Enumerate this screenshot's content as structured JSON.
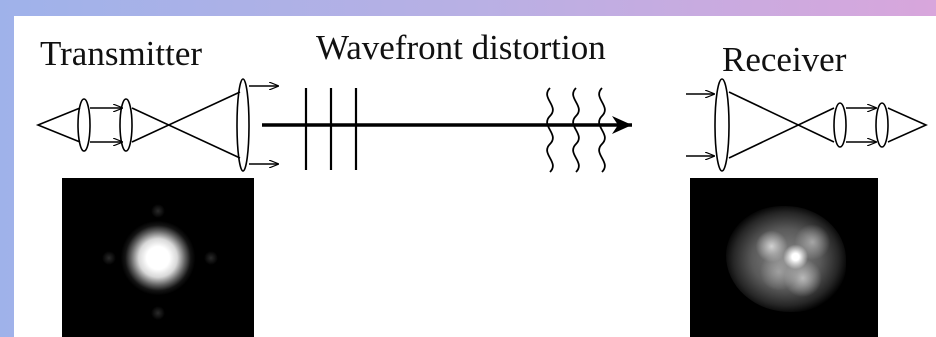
{
  "labels": {
    "transmitter": "Transmitter",
    "wavefront_distortion": "Wavefront distortion",
    "receiver": "Receiver"
  },
  "colors": {
    "background_left": "#9fb2ea",
    "background_right": "#d8a6dc",
    "panel": "#ffffff",
    "ink": "#000000"
  },
  "images": {
    "transmitter_beam": "focused-gaussian-spot",
    "receiver_beam": "distorted-speckle-spot"
  }
}
